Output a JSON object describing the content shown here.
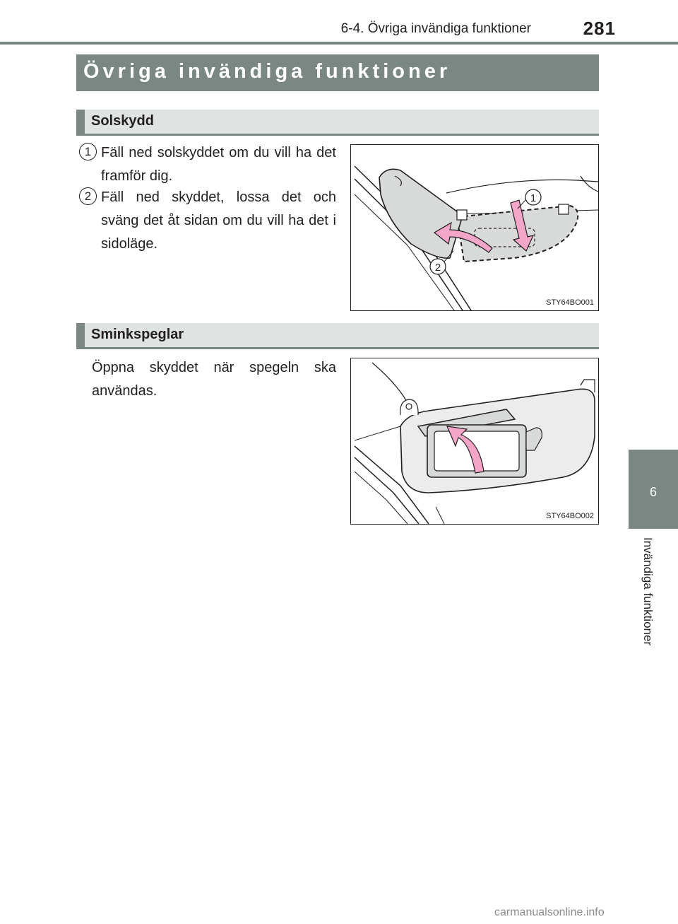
{
  "header": {
    "section_ref": "6-4. Övriga invändiga funktioner",
    "page_number": "281"
  },
  "chapter_tab": {
    "number": "6",
    "name": "Invändiga funktioner"
  },
  "title": "Övriga invändiga funktioner",
  "sections": {
    "solskydd": {
      "heading": "Solskydd",
      "steps": [
        {
          "num": "1",
          "text": "Fäll ned solskyddet om du vill ha det framför dig."
        },
        {
          "num": "2",
          "text": "Fäll ned skyddet, lossa det och sväng det åt sidan om du vill ha det i sidoläge."
        }
      ],
      "figure": {
        "code": "STY64BO001",
        "callouts": [
          "1",
          "2"
        ]
      }
    },
    "sminkspeglar": {
      "heading": "Sminkspeglar",
      "text": "Öppna skyddet när spegeln ska användas.",
      "figure": {
        "code": "STY64BO002"
      }
    }
  },
  "watermark": "carmanualsonline.info",
  "colors": {
    "accent_gray": "#7a8783",
    "subhead_bg": "#dfe3e1",
    "arrow_pink": "#f3a6c8",
    "visor_gray": "#d7dad8"
  }
}
